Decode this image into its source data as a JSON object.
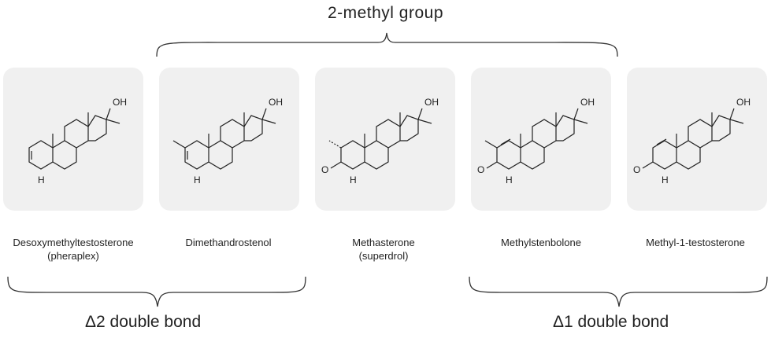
{
  "top_label": "2-methyl group",
  "bottom_left_label": "Δ2 double bond",
  "bottom_right_label": "Δ1 double bond",
  "compounds": [
    {
      "name": "Desoxymethyltestosterone",
      "subname": "(pheraplex)"
    },
    {
      "name": "Dimethandrostenol",
      "subname": ""
    },
    {
      "name": "Methasterone",
      "subname": "(superdrol)"
    },
    {
      "name": "Methylstenbolone",
      "subname": ""
    },
    {
      "name": "Methyl-1-testosterone",
      "subname": ""
    }
  ],
  "atom_labels": {
    "oh": "OH",
    "h": "H",
    "o": "O"
  }
}
